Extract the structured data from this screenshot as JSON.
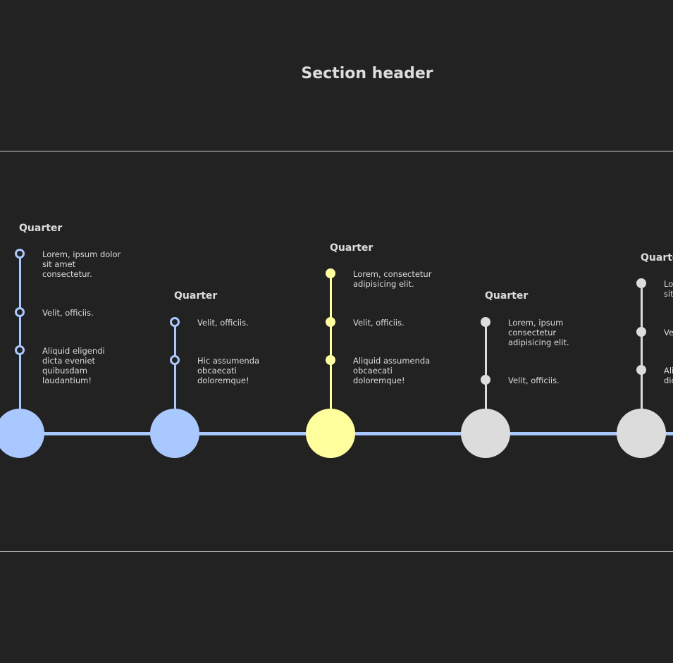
{
  "header": {
    "title": "Section header"
  },
  "colors": {
    "background": "#222222",
    "axis": "#a8c8ff",
    "done": "#a8c8ff",
    "current": "#ffff9e",
    "future": "#dcdcdc",
    "text": "#dcdcdc"
  },
  "timeline": {
    "quarters": [
      {
        "title": "Quarter",
        "state": "done",
        "items": [
          "Lorem, ipsum dolor sit amet consectetur.",
          "Velit, officiis.",
          "Aliquid eligendi dicta eveniet quibusdam laudantium!"
        ]
      },
      {
        "title": "Quarter",
        "state": "done",
        "items": [
          "Velit, officiis.",
          "Hic assumenda obcaecati doloremque!"
        ]
      },
      {
        "title": "Quarter",
        "state": "current",
        "items": [
          "Lorem, consectetur adipisicing elit.",
          "Velit, officiis.",
          "Aliquid assumenda obcaecati doloremque!"
        ]
      },
      {
        "title": "Quarter",
        "state": "future",
        "items": [
          "Lorem, ipsum consectetur adipisicing elit.",
          "Velit, officiis."
        ]
      },
      {
        "title": "Quarter",
        "state": "future",
        "items": [
          "Lorem, ipsum dolor sit amet.",
          "Velit, officiis.",
          "Aliquid eligendi dicta."
        ]
      }
    ]
  }
}
